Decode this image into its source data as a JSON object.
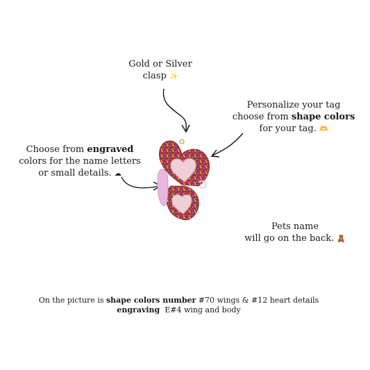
{
  "notes": {
    "clasp": {
      "line1": "Gold or Silver",
      "line2": "clasp",
      "emoji": "✨"
    },
    "personalize": {
      "line1": "Personalize your tag",
      "line2_prefix": "choose from ",
      "line2_bold": "shape colors",
      "line3": "for your tag.",
      "emoji": "🫶"
    },
    "engraved": {
      "line1_prefix": "Choose from ",
      "line1_bold": "engraved",
      "line2": "colors for the name letters",
      "line3": "or small details.",
      "emoji": "☁"
    },
    "pets": {
      "line1": "Pets name",
      "line2": "will go on the back.",
      "emoji": "🧸"
    }
  },
  "caption": {
    "line1_prefix": "On the picture is ",
    "line1_bold": "shape colors number",
    "line1_rest": " #70 wings & #12 heart details",
    "line2_bold": "engraving",
    "line2_rest": "  E#4 wing and body"
  },
  "colors": {
    "text": "#1a1a1a",
    "glitter_base": "#b0283a",
    "heart_pink": "#f0cfd6",
    "wing_lilac": "#e9b6e2"
  }
}
